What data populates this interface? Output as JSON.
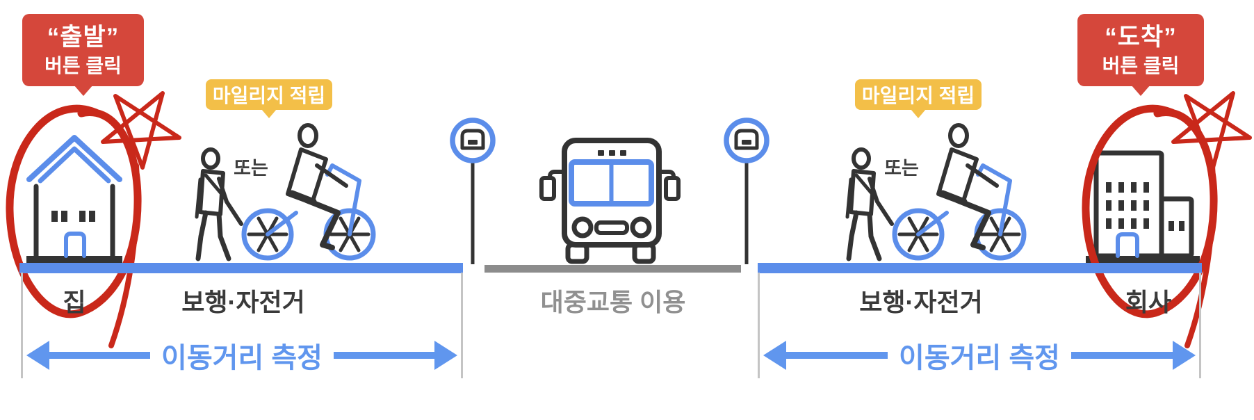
{
  "figure": {
    "departure_callout": {
      "title": "“출발”",
      "subtitle": "버튼 클릭"
    },
    "arrival_callout": {
      "title": "“도착”",
      "subtitle": "버튼 클릭"
    },
    "mileage_badge_left": {
      "label": "마일리지 적립"
    },
    "mileage_badge_right": {
      "label": "마일리지 적립"
    },
    "or_left": "또는",
    "or_right": "또는",
    "labels": {
      "home": "집",
      "walk_bike_left": "보행·자전거",
      "transit": "대중교통 이용",
      "walk_bike_right": "보행·자전거",
      "company": "회사"
    },
    "distance_arrow_left": "이동거리 측정",
    "distance_arrow_right": "이동거리 측정",
    "colors": {
      "accent_blue": "#5b8dea",
      "arrow_blue": "#6096ee",
      "alert_red": "#d5473b",
      "scribble_red": "#c9281a",
      "badge_yellow": "#f3bf48",
      "icon_dark": "#333333",
      "road_gray": "#8c8c8c",
      "transit_text_gray": "#909090",
      "label_text_dark": "#3a3a3a"
    }
  }
}
